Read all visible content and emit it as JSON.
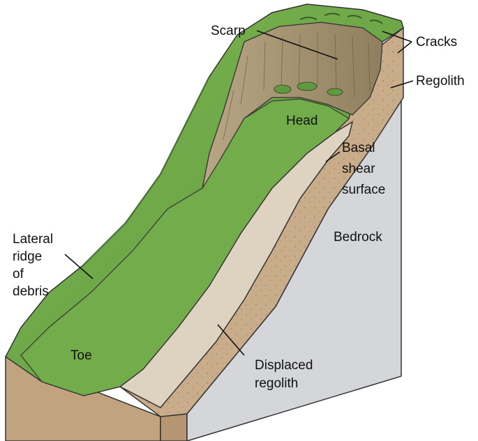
{
  "labels": {
    "scarp": "Scarp",
    "cracks": "Cracks",
    "regolith": "Regolith",
    "head": "Head",
    "basal_1": "Basal",
    "basal_2": "shear",
    "basal_3": "surface",
    "bedrock": "Bedrock",
    "lateral_1": "Lateral",
    "lateral_2": "ridge",
    "lateral_3": "of",
    "lateral_4": "debris",
    "toe": "Toe",
    "displaced_1": "Displaced",
    "displaced_2": "regolith"
  },
  "colors": {
    "grass": "#6fa84a",
    "grass_dark": "#4f8a32",
    "regolith": "#c9ad8a",
    "regolith_dark": "#a88c6a",
    "displaced": "#ddd3c0",
    "bedrock": "#d4d6da",
    "scarp": "#a99a76"
  }
}
